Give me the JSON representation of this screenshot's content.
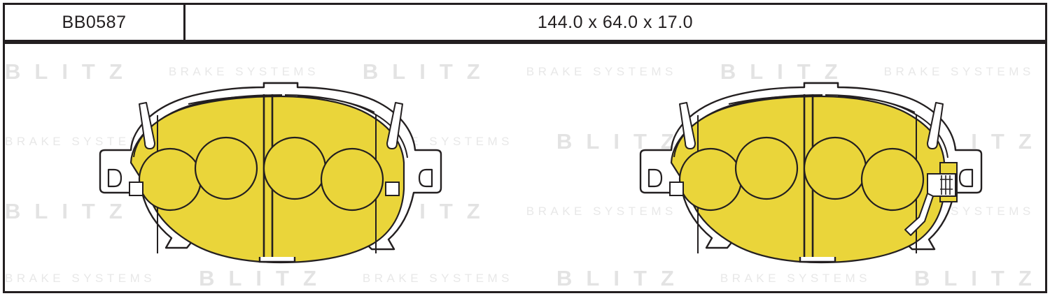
{
  "header": {
    "part_code": "BB0587",
    "dimensions": "144.0 x 64.0 x 17.0",
    "dimension_values": {
      "length_mm": 144.0,
      "height_mm": 64.0,
      "thickness_mm": 17.0
    }
  },
  "watermark": {
    "brand": "BLITZ",
    "tagline": "BRAKE SYSTEMS",
    "color": "#e3e3e3",
    "rows": [
      {
        "sequence": [
          "BLITZ",
          "BRAKE SYSTEMS",
          "BLITZ",
          "BRAKE SYSTEMS",
          "BLITZ",
          "BRAKE SYSTEMS"
        ]
      },
      {
        "sequence": [
          "BRAKE SYSTEMS",
          "BLITZ",
          "BRAKE SYSTEMS",
          "BLITZ",
          "BRAKE SYSTEMS",
          "BLITZ"
        ]
      },
      {
        "sequence": [
          "BLITZ",
          "BRAKE SYSTEMS",
          "BLITZ",
          "BRAKE SYSTEMS",
          "BLITZ",
          "BRAKE SYSTEMS"
        ]
      },
      {
        "sequence": [
          "BRAKE SYSTEMS",
          "BLITZ",
          "BRAKE SYSTEMS",
          "BLITZ",
          "BRAKE SYSTEMS",
          "BLITZ"
        ]
      }
    ]
  },
  "drawing": {
    "friction_color": "#ead53a",
    "friction_color_alt": "#e9cb33",
    "outline_color": "#231f20",
    "background": "#ffffff",
    "pads": [
      {
        "id": "left-pad",
        "label": "Brake pad without wear sensor",
        "friction_holes": 4,
        "center_slot": true,
        "angled_slots": 2,
        "mounting_ears": 2,
        "has_wear_sensor": false
      },
      {
        "id": "right-pad",
        "label": "Brake pad with wear sensor",
        "friction_holes": 4,
        "center_slot": true,
        "angled_slots": 2,
        "mounting_ears": 2,
        "has_wear_sensor": true,
        "wear_sensor_position": "right"
      }
    ]
  }
}
